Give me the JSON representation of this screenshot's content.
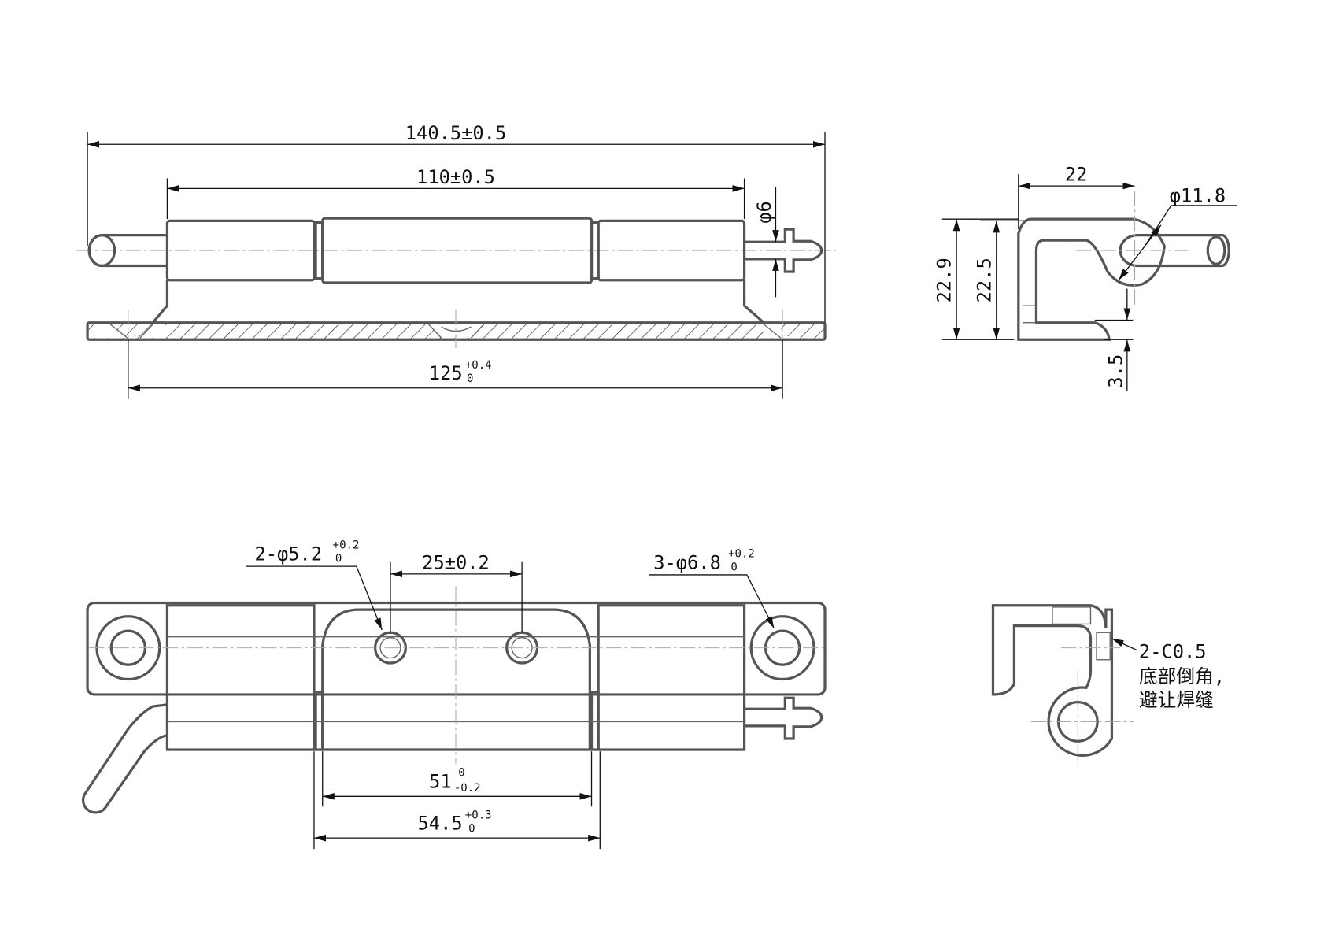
{
  "front_view": {
    "overall_length": "140.5±0.5",
    "knuckle_length": "110±0.5",
    "pin_diameter": "φ6",
    "hole_spacing": {
      "base": "125",
      "upper_tol": "+0.4",
      "lower_tol": "0"
    }
  },
  "side_view": {
    "width": "22",
    "knuckle_diameter": "φ11.8",
    "height_total": "22.9",
    "height_inner": "22.5",
    "thickness": "3.5"
  },
  "bottom_view": {
    "small_holes": {
      "base": "2-φ5.2",
      "upper_tol": "+0.2",
      "lower_tol": "0"
    },
    "small_hole_spacing": "25±0.2",
    "large_holes": {
      "base": "3-φ6.8",
      "upper_tol": "+0.2",
      "lower_tol": "0"
    },
    "leaf_width": {
      "base": "51",
      "upper_tol": "0",
      "lower_tol": "-0.2"
    },
    "gap_width": {
      "base": "54.5",
      "upper_tol": "+0.3",
      "lower_tol": "0"
    }
  },
  "section_view": {
    "chamfer": "2-C0.5",
    "note_line1": "底部倒角,",
    "note_line2": "避让焊缝"
  }
}
